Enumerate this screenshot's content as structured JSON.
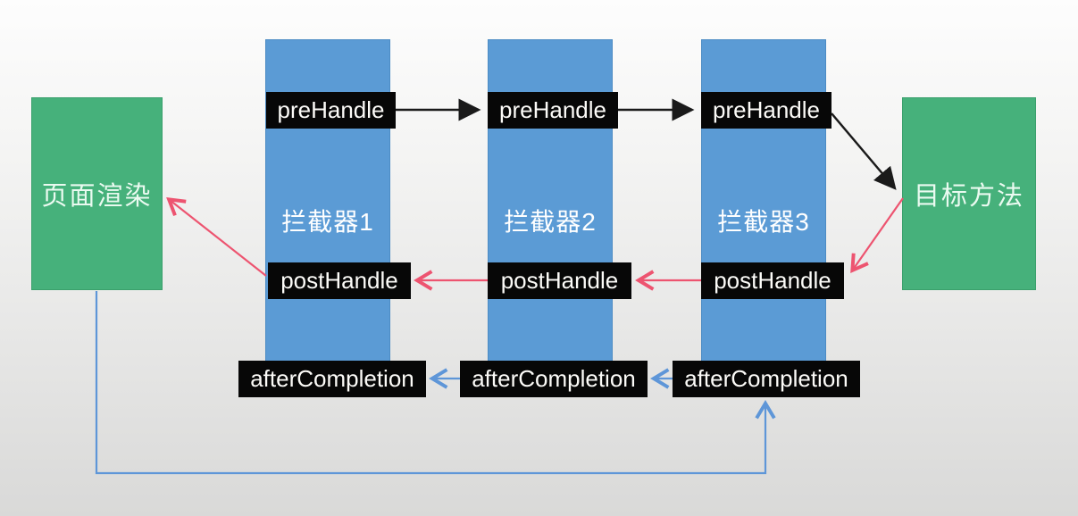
{
  "diagram": {
    "title_semantic": "Spring MVC interceptor execution flow",
    "page_render_label": "页面渲染",
    "target_method_label": "目标方法",
    "interceptors": [
      {
        "name": "拦截器1",
        "pre": "preHandle",
        "post": "postHandle",
        "after": "afterCompletion"
      },
      {
        "name": "拦截器2",
        "pre": "preHandle",
        "post": "postHandle",
        "after": "afterCompletion"
      },
      {
        "name": "拦截器3",
        "pre": "preHandle",
        "post": "postHandle",
        "after": "afterCompletion"
      }
    ],
    "colors": {
      "column_blue": "#5b9bd5",
      "box_green": "#46b17b",
      "tag_black": "#070707",
      "arrow_black": "#1a1a1a",
      "arrow_pink": "#ed5470",
      "arrow_blue": "#5e96d8",
      "background_top": "#fdfdfd",
      "background_bottom": "#d9d9d8"
    }
  }
}
